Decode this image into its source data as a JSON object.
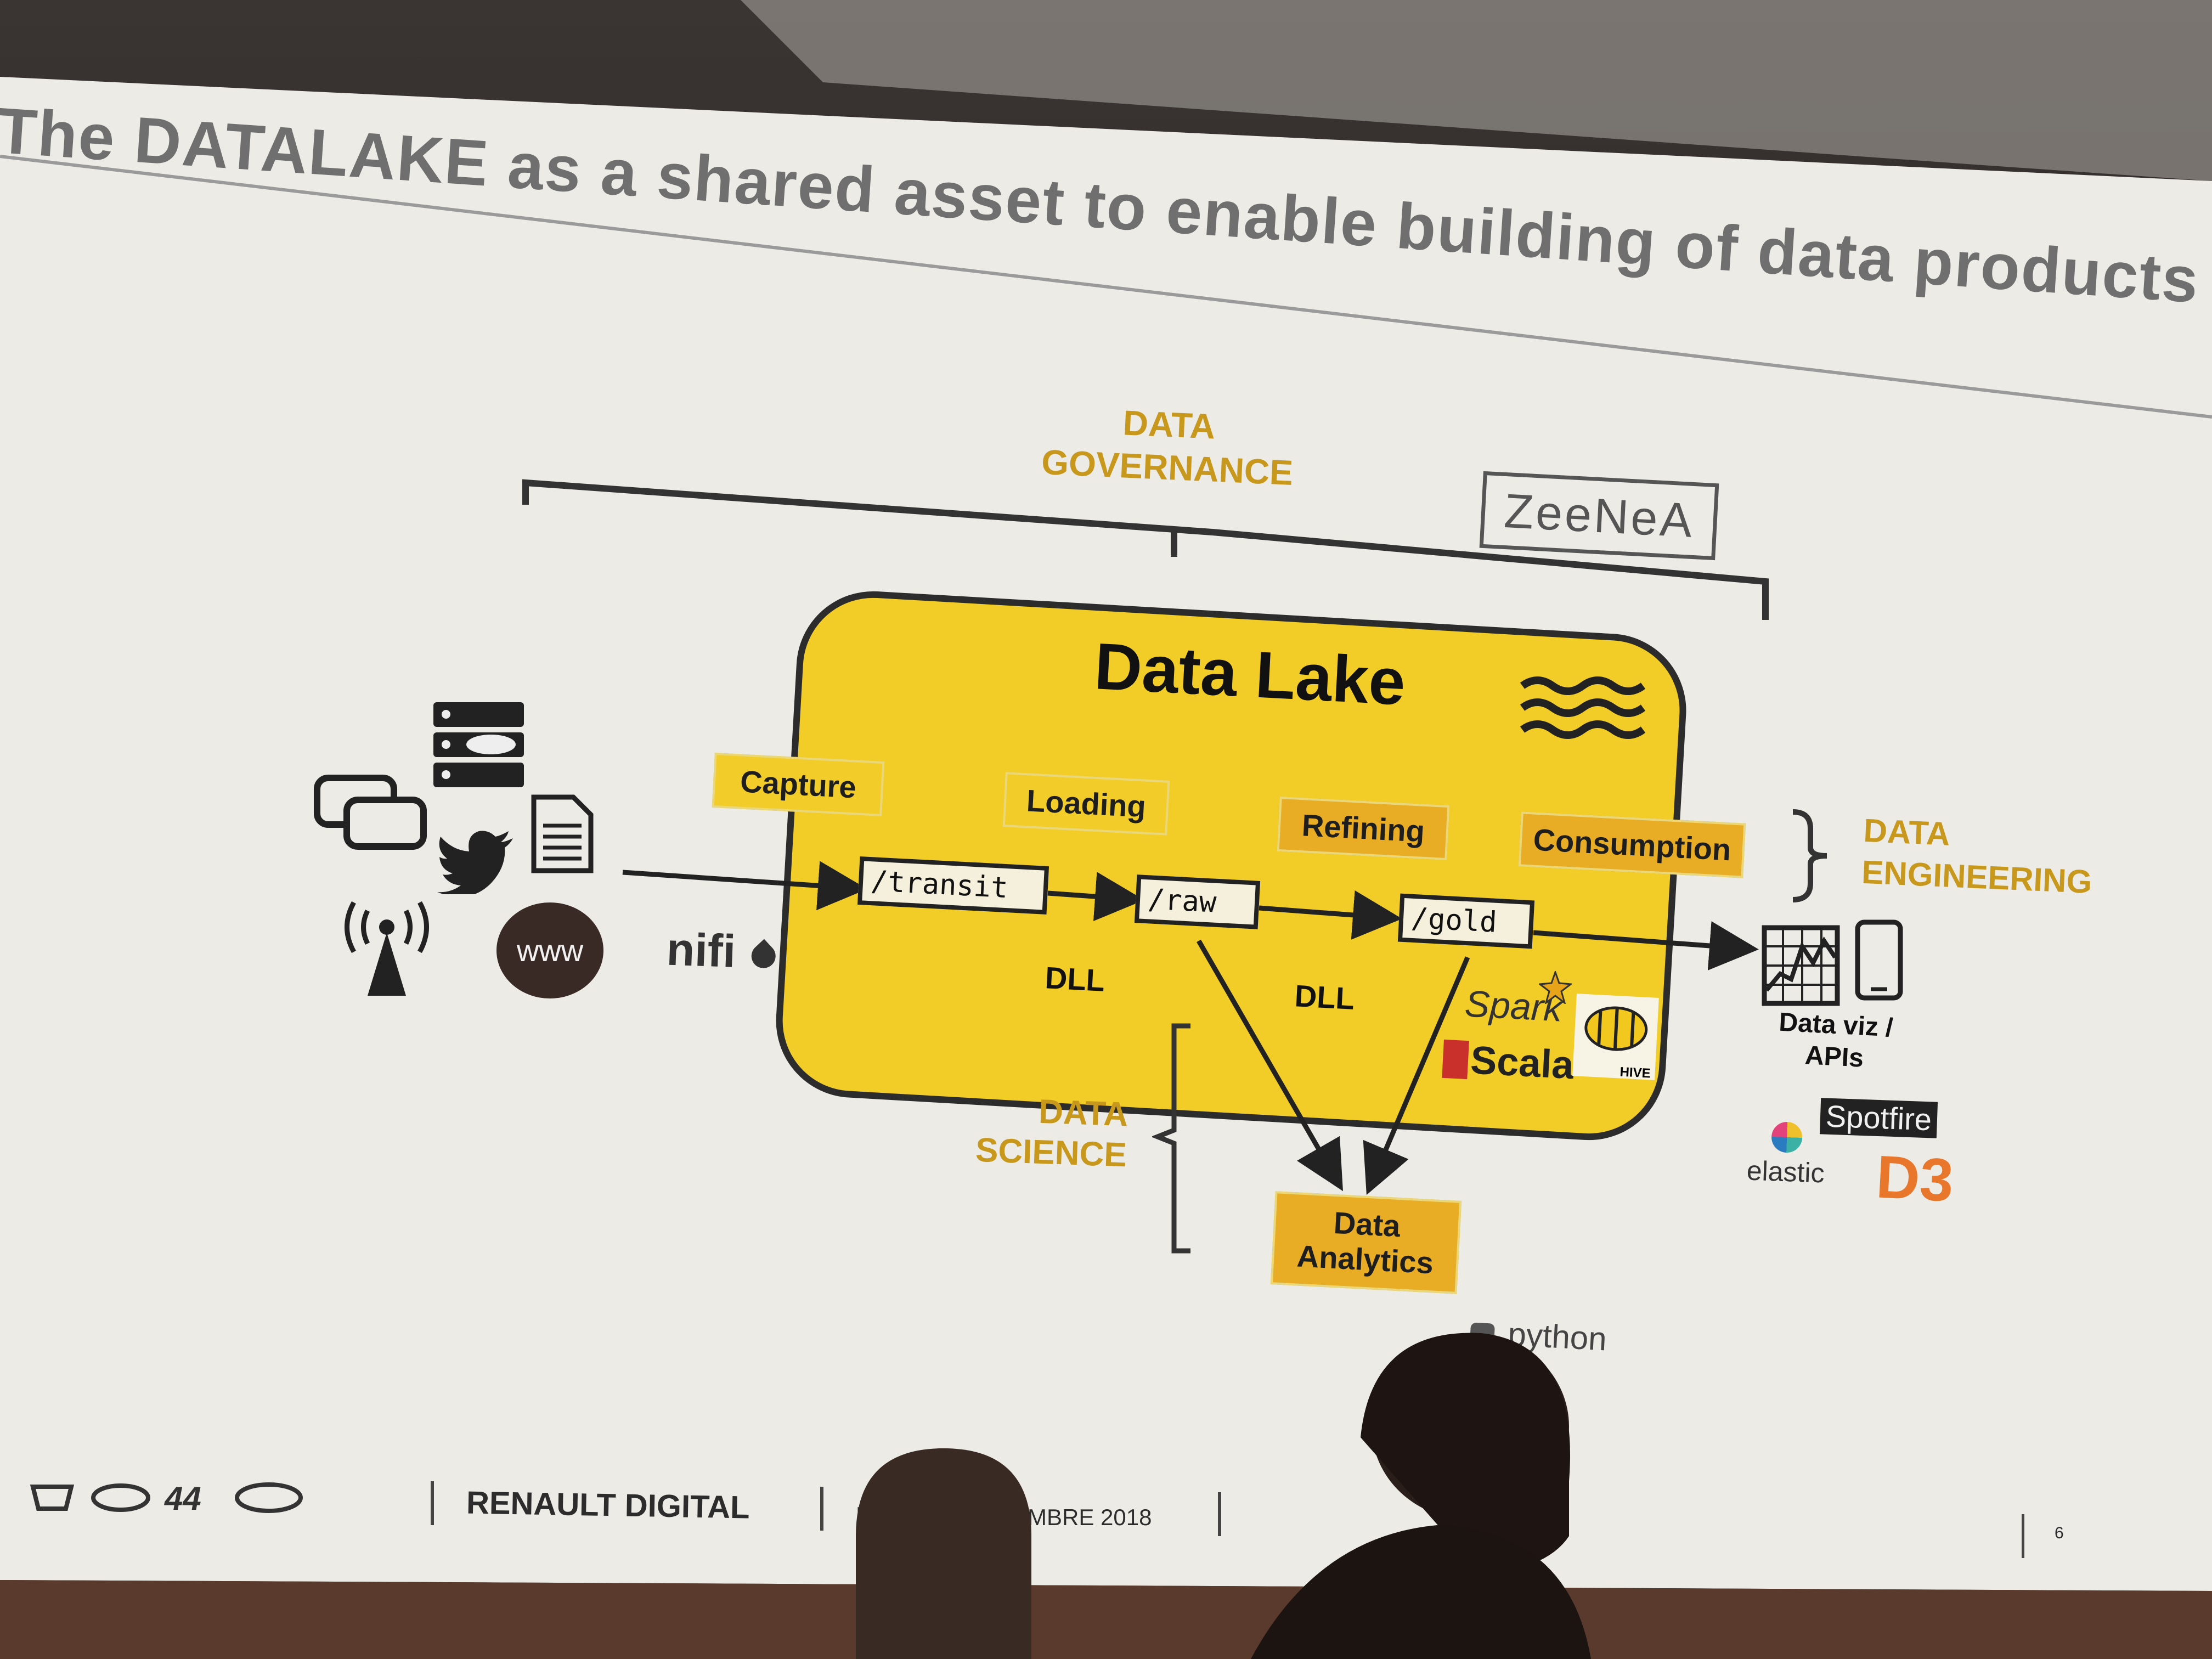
{
  "slide": {
    "title": "The DATALAKE as a shared asset to enable building of data products",
    "governance_label_line1": "DATA",
    "governance_label_line2": "GOVERNANCE",
    "engineering_label_line1": "DATA",
    "engineering_label_line2": "ENGINEERING",
    "science_label_line1": "DATA",
    "science_label_line2": "SCIENCE",
    "lake_title": "Data Lake",
    "stages": [
      "Capture",
      "Loading",
      "Refining",
      "Consumption"
    ],
    "paths": [
      "/transit",
      "/raw",
      "/gold"
    ],
    "dll_labels": [
      "DLL",
      "DLL"
    ],
    "analytics_line1": "Data",
    "analytics_line2": "Analytics",
    "output_line1": "Data viz /",
    "output_line2": "APIs",
    "logos": {
      "zeenea": "ZeeNeA",
      "nifi": "nifi",
      "spark": "Spark",
      "scala": "Scala",
      "hive": "HIVE",
      "spotfire": "Spotfire",
      "elastic": "elastic",
      "d3": "D3",
      "python": "python",
      "www": "www"
    },
    "footer": {
      "company": "RENAULT DIGITAL",
      "date_partial_left": "M",
      "date_partial_right": "EMBRE 2018",
      "page_number": "6"
    }
  },
  "colors": {
    "lake_yellow": "#f2cc27",
    "accent_gold": "#c8981c",
    "title_gray": "#6f6f6f"
  }
}
